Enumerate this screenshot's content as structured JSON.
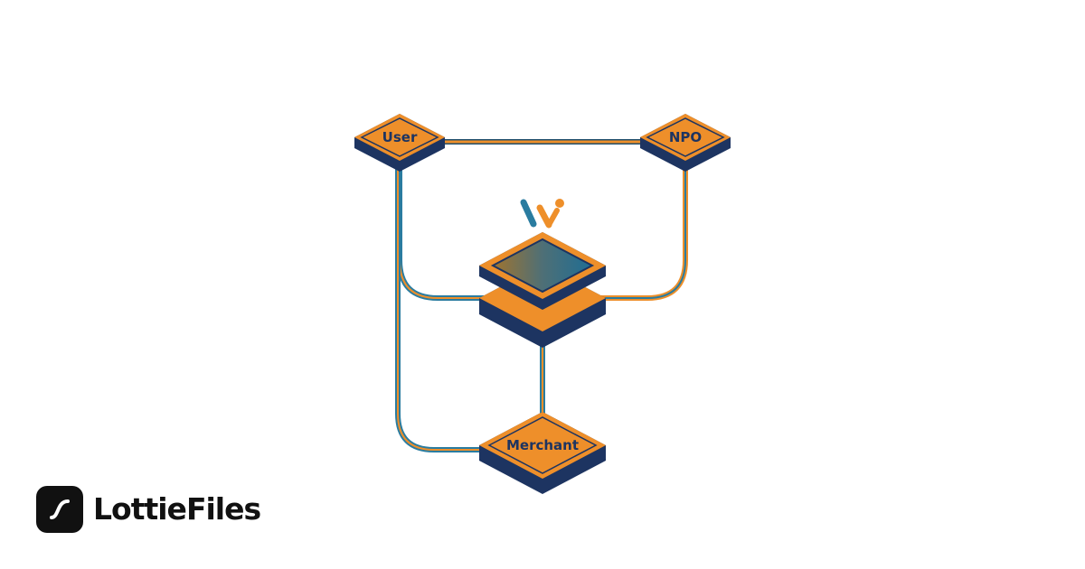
{
  "diagram": {
    "nodes": {
      "user": "User",
      "npo": "NPO",
      "merchant": "Merchant"
    },
    "hub_icon": "w-logo-icon"
  },
  "brand": {
    "name": "LottieFiles",
    "icon": "lottie-logo-icon"
  },
  "colors": {
    "orange": "#ee8f2a",
    "navy": "#1d3461",
    "teal": "#2a7ca0",
    "line_dark": "#1f4f6e"
  }
}
